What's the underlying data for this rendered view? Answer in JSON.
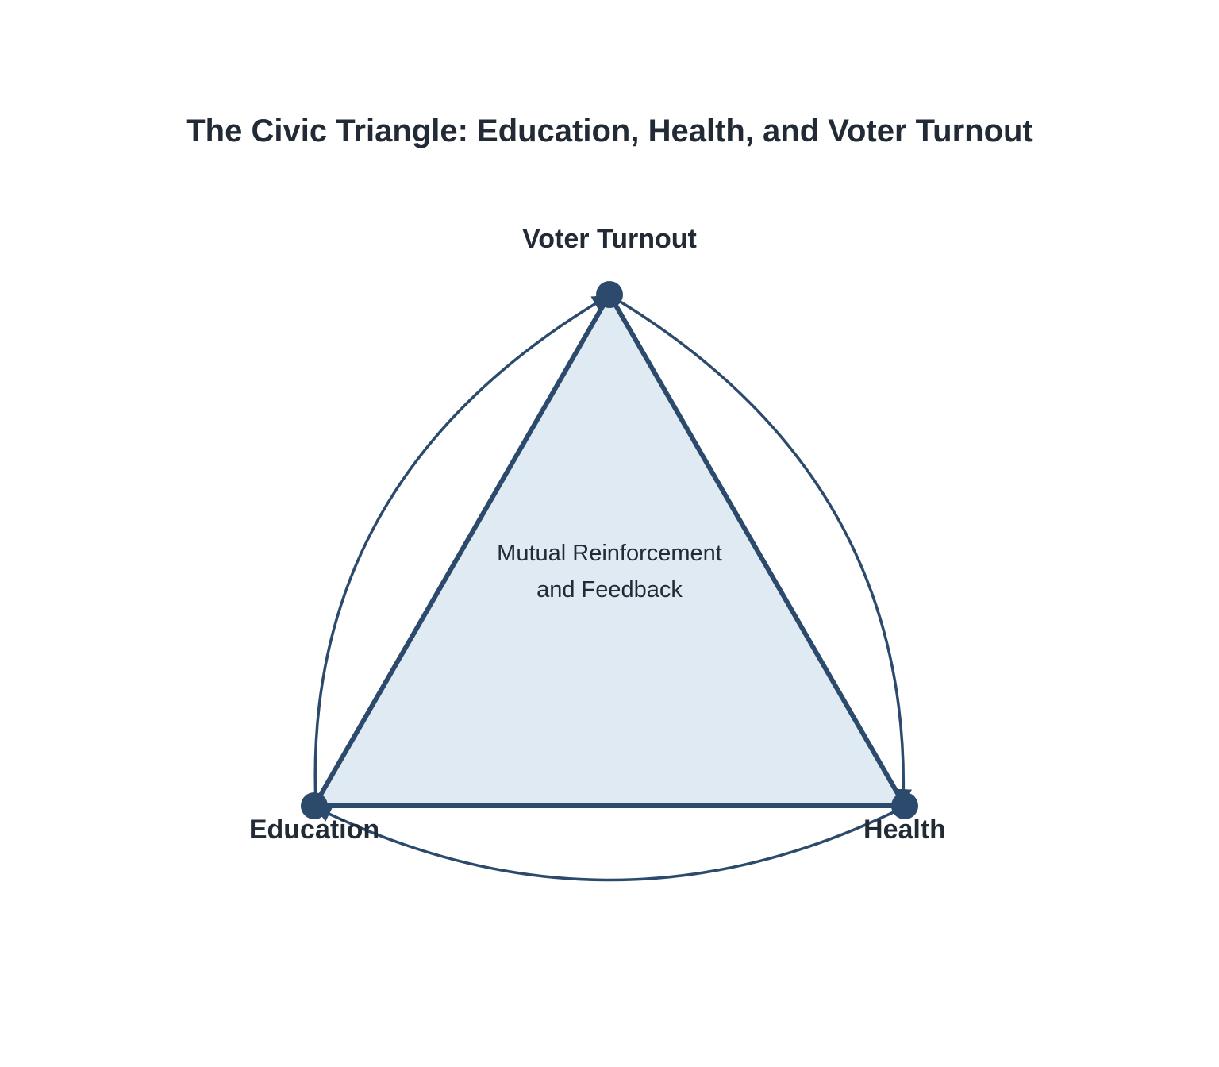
{
  "title": "The Civic Triangle: Education, Health, and Voter Turnout",
  "nodes": {
    "voter_turnout": "Voter Turnout",
    "education": "Education",
    "health": "Health"
  },
  "center_label": {
    "line1": "Mutual Reinforcement",
    "line2": "and Feedback"
  },
  "colors": {
    "stroke": "#2c4a6b",
    "fill": "#e0eaf3",
    "text": "#222a35",
    "background": "#ffffff"
  }
}
